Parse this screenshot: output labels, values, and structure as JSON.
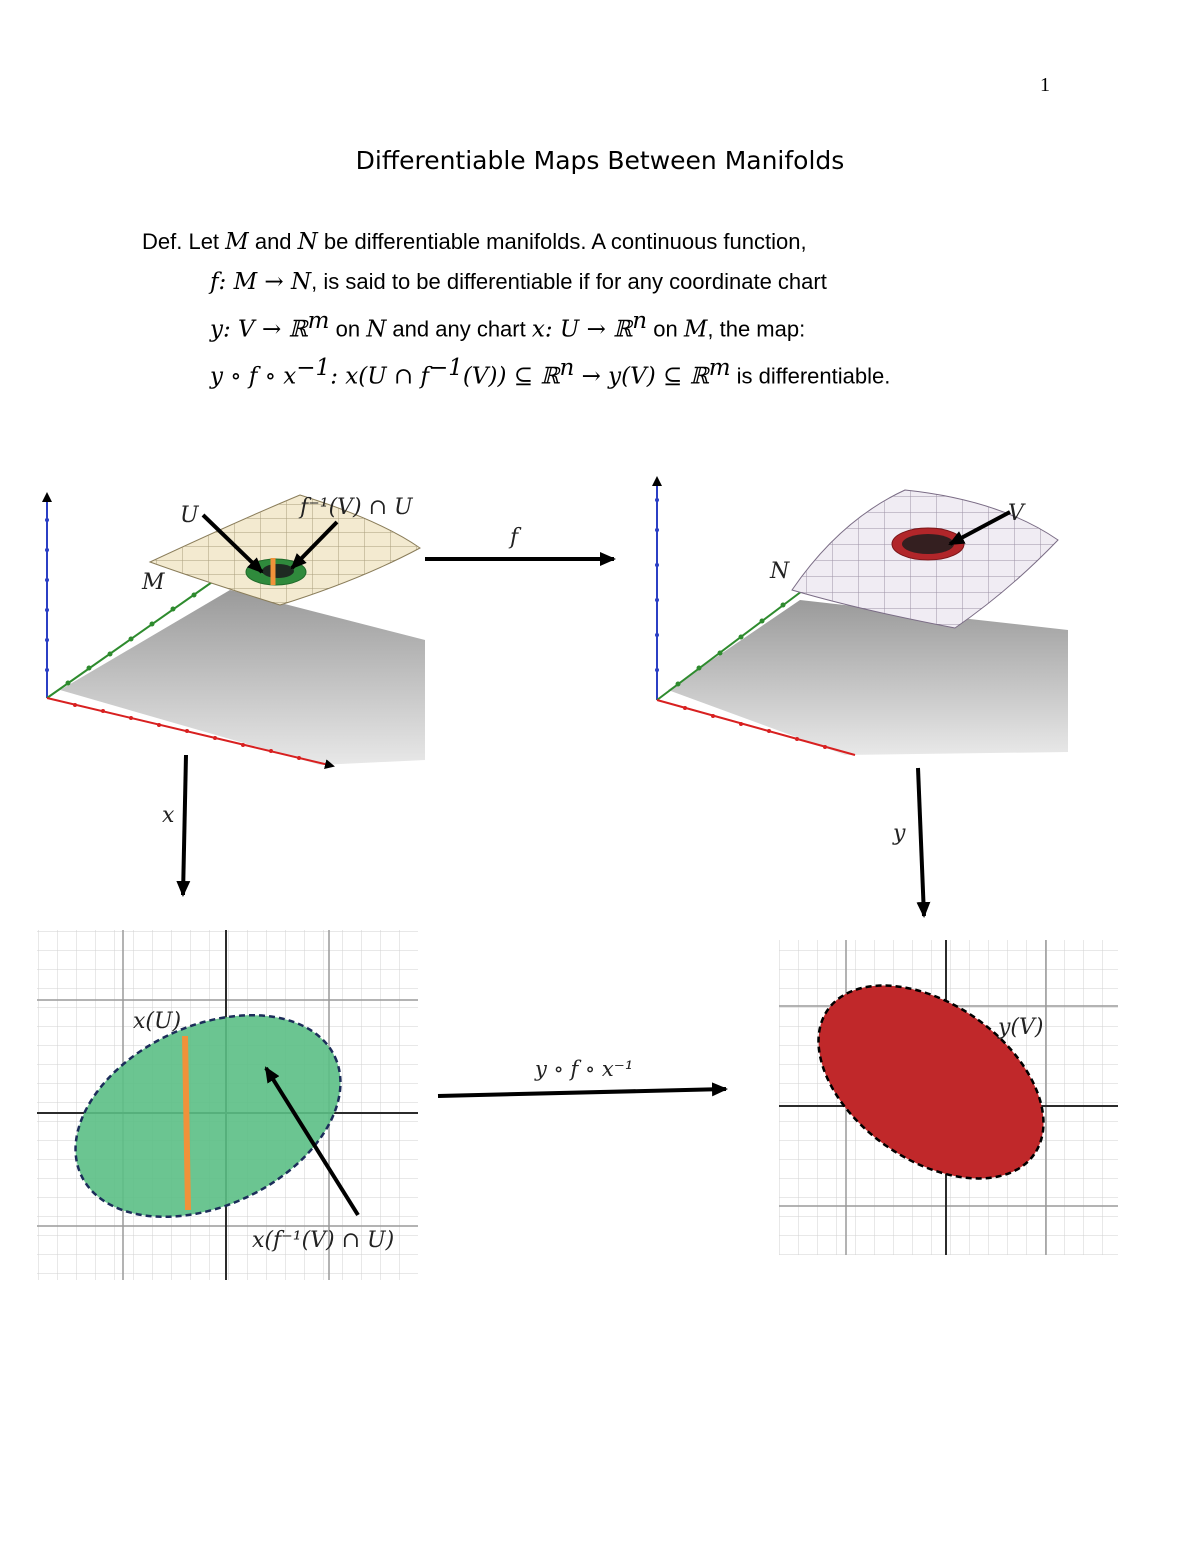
{
  "page_number": "1",
  "title": "Differentiable Maps Between Manifolds",
  "definition": {
    "l1_def": "Def.  Let ",
    "l1_M": "M",
    "l1_and": " and ",
    "l1_N": "N",
    "l1_rest": " be differentiable manifolds. A continuous function,",
    "l2_map": "f: M → N",
    "l2_rest": ", is said to be differentiable if for any coordinate chart",
    "l3_chart_y": "y: V → ℝ",
    "l3_sup_m": "m",
    "l3_on": " on ",
    "l3_N": "N",
    "l3_and": " and any chart ",
    "l3_chart_x": "x: U → ℝ",
    "l3_sup_n": "n",
    "l3_on2": " on ",
    "l3_M": "M",
    "l3_rest": ", the map:",
    "l4_comp": "y ∘ f ∘ x",
    "l4_sup": "−1",
    "l4_x": ": x(U ∩ f",
    "l4_sup2": "−1",
    "l4_mid": "(V)) ⊆ ℝ",
    "l4_sup_n": "n",
    "l4_arrow": " → y(V) ⊆ ℝ",
    "l4_sup_m": "m",
    "l4_rest": " is differentiable."
  },
  "figure": {
    "labels": {
      "U": "U",
      "preimage": "f⁻¹(V) ∩ U",
      "M": "M",
      "f": "f",
      "N": "N",
      "V": "V",
      "x": "x",
      "y": "y",
      "xU": "x(U)",
      "x_preimage": "x(f⁻¹(V) ∩ U)",
      "composite": "y ∘ f ∘ x⁻¹",
      "yV": "y(V)"
    },
    "colors": {
      "green_region": "#5bbf85",
      "red_region": "#c0282a",
      "orange_curve": "#f0923a",
      "axis_blue": "#2b3fc4",
      "axis_green": "#2e8b2e",
      "axis_red": "#d82020",
      "surface_M": "#f3ead0",
      "surface_N": "#f0ecf3"
    }
  }
}
